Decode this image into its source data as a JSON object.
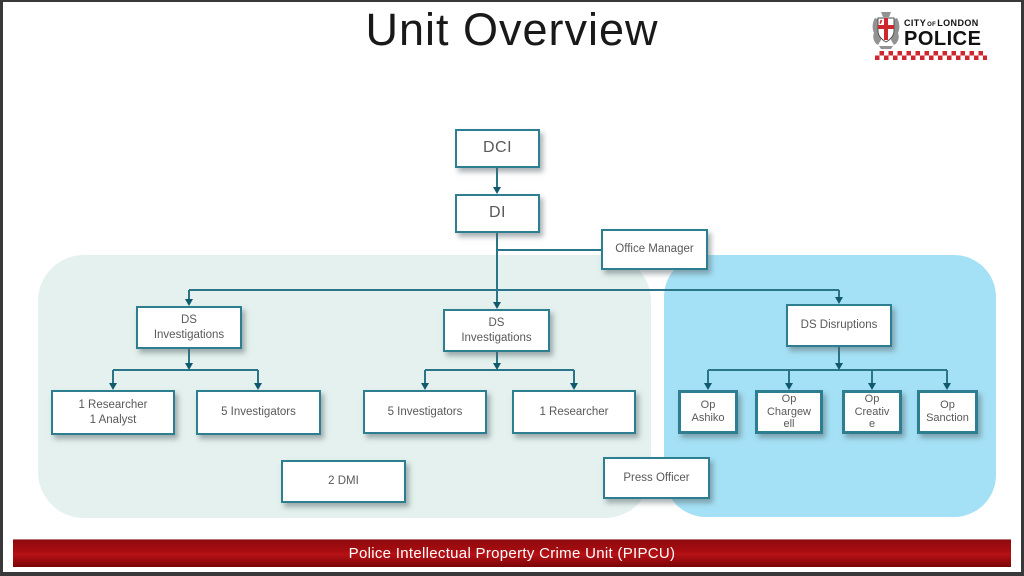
{
  "title": "Unit Overview",
  "logo": {
    "city": "CITY",
    "of": "OF",
    "london": "LONDON",
    "police": "POLICE"
  },
  "org": {
    "dci": "DCI",
    "di": "DI",
    "office_manager": "Office Manager",
    "ds_investigations_left": "DS\nInvestigations",
    "ds_investigations_middle": "DS\nInvestigations",
    "ds_disruptions": "DS Disruptions",
    "researcher_analyst": "1 Researcher\n1 Analyst",
    "investigators_left": "5 Investigators",
    "investigators_middle": "5 Investigators",
    "researcher": "1 Researcher",
    "op_ashiko": "Op\nAshiko",
    "op_chargewell": "Op\nChargew\nell",
    "op_creative": "Op\nCreativ\ne",
    "op_sanction": "Op\nSanction",
    "dmi": "2 DMI",
    "press_officer": "Press Officer"
  },
  "footer": "Police Intellectual Property Crime Unit (PIPCU)",
  "colors": {
    "box_border": "#2e7e91",
    "connector": "#2a7587",
    "arrowhead": "#115a6d",
    "box_text": "#595959",
    "panel_mint": "#e4f1ee",
    "panel_blue": "#a5e1f6",
    "footer_red": "#a50c10",
    "logo_red": "#cf2730",
    "title_text": "#191919"
  }
}
